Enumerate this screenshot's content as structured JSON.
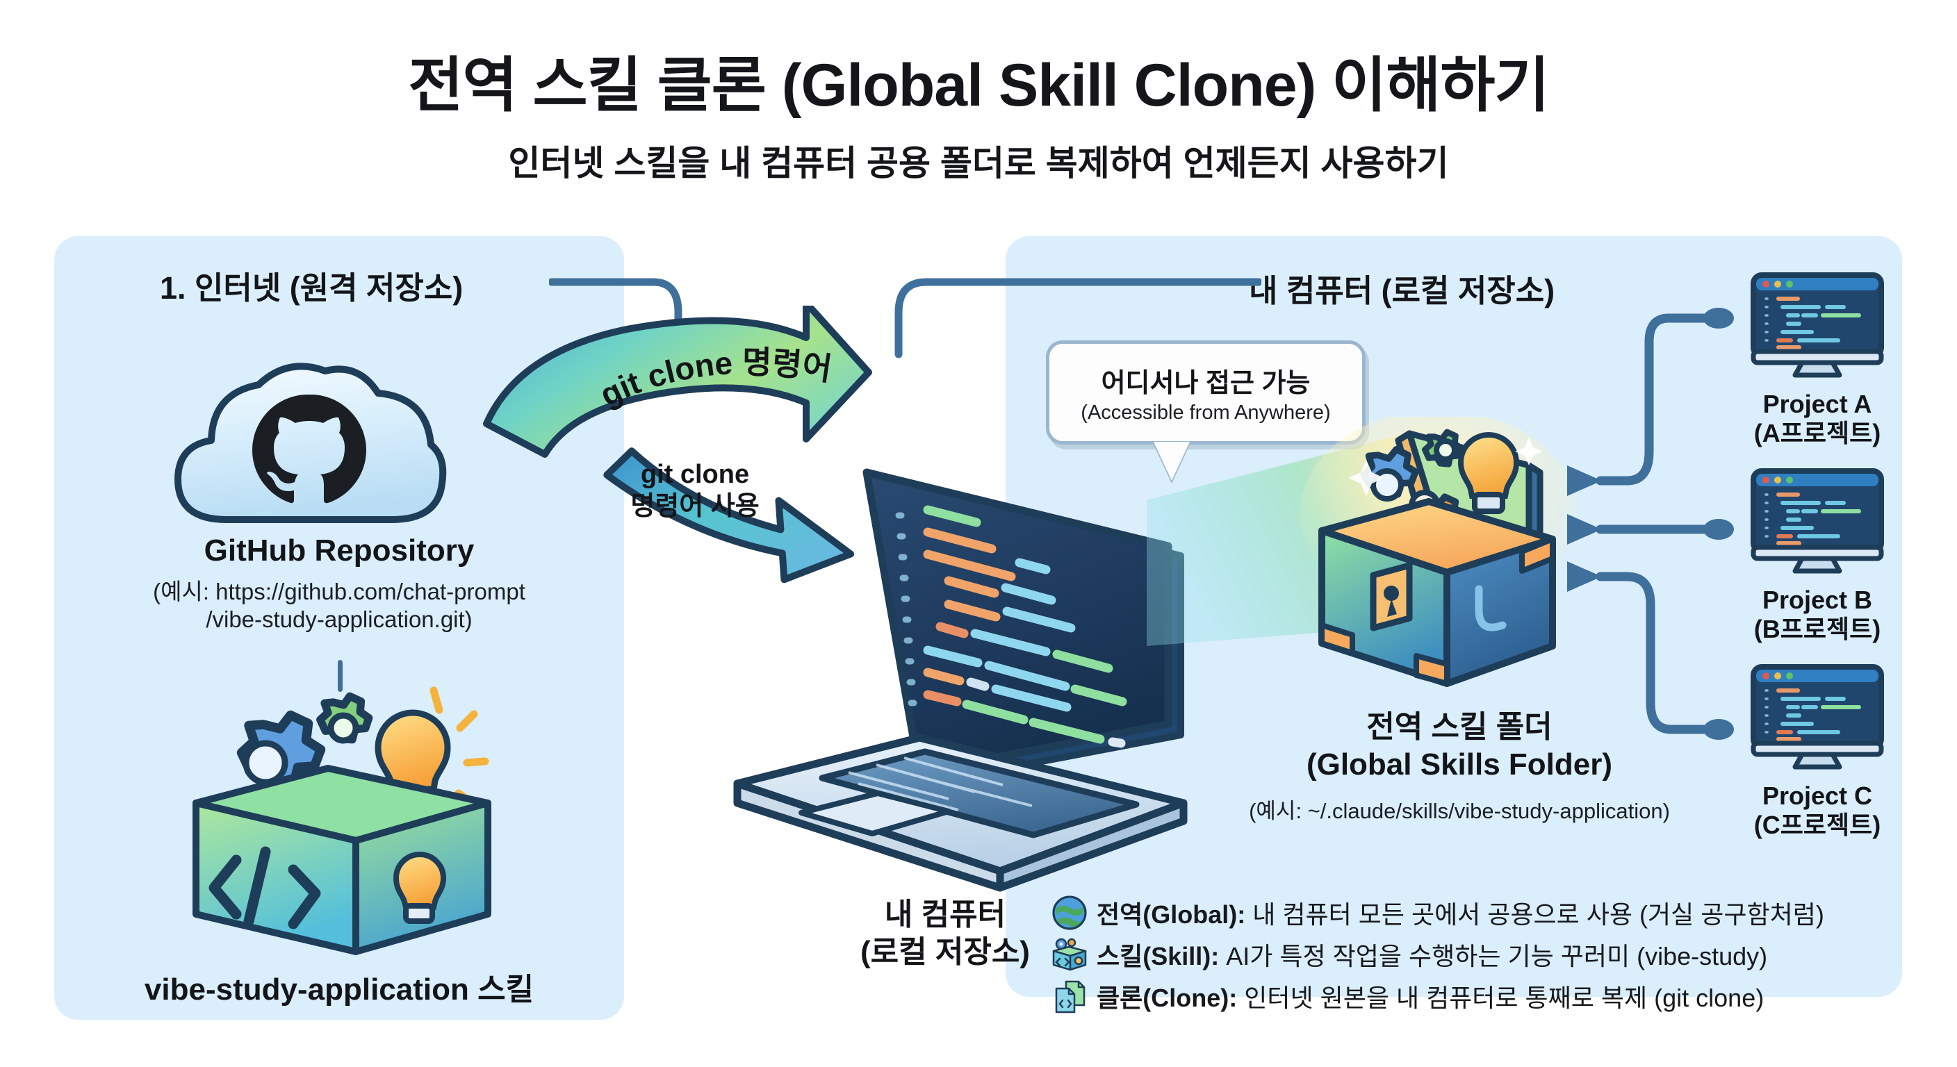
{
  "header": {
    "title": "전역 스킬 클론 (Global Skill Clone) 이해하기",
    "subtitle": "인터넷 스킬을 내 컴퓨터 공용 폴더로 복제하여 언제든지 사용하기"
  },
  "left_panel": {
    "title": "1. 인터넷 (원격 저장소)",
    "github": {
      "icon": "github-cloud-icon",
      "name": "GitHub Repository",
      "url_line1": "(예시: https://github.com/chat-prompt",
      "url_line2": "/vibe-study-application.git)"
    },
    "skill": {
      "icon": "skill-box-icon",
      "caption": "vibe-study-application 스킬"
    }
  },
  "arrow": {
    "curved_label": "git clone 명령어",
    "note_line1": "git clone",
    "note_line2": "명령어 사용"
  },
  "laptop": {
    "icon": "laptop-icon",
    "caption_line1": "내 컴퓨터",
    "caption_line2": "(로컬 저장소)"
  },
  "right_panel": {
    "title": "내 컴퓨터 (로컬 저장소)",
    "bubble": {
      "main": "어디서나 접근 가능",
      "sub": "(Accessible from Anywhere)"
    },
    "chest": {
      "icon": "treasure-chest-icon",
      "caption_line1": "전역 스킬 폴더",
      "caption_line2": "(Global Skills Folder)",
      "path": "(예시: ~/.claude/skills/vibe-study-application)"
    },
    "projects": [
      {
        "icon": "monitor-icon",
        "name": "Project A",
        "korean": "(A프로젝트)"
      },
      {
        "icon": "monitor-icon",
        "name": "Project B",
        "korean": "(B프로젝트)"
      },
      {
        "icon": "monitor-icon",
        "name": "Project C",
        "korean": "(C프로젝트)"
      }
    ]
  },
  "legend": [
    {
      "icon": "globe-icon",
      "term": "전역(Global):",
      "desc": " 내 컴퓨터 모든 곳에서 공용으로 사용 (거실 공구함처럼)"
    },
    {
      "icon": "skill-box-icon",
      "term": "스킬(Skill):",
      "desc": " AI가 특정 작업을 수행하는 기능 꾸러미 (vibe-study)"
    },
    {
      "icon": "clone-doc-icon",
      "term": "클론(Clone):",
      "desc": " 인터넷 원본을 내 컴퓨터로 통째로 복제 (git clone)"
    }
  ],
  "colors": {
    "panel_bg": "#dbeefb",
    "ink": "#1e3d59",
    "arrow_teal": "#5fd0c8",
    "arrow_green": "#a5e08a",
    "arrow_blue": "#4f9fd4",
    "connector": "#3f6f9b"
  }
}
